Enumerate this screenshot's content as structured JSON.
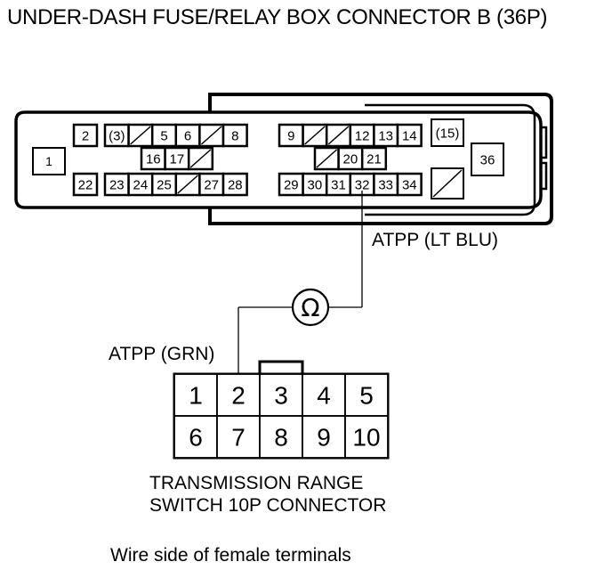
{
  "title": "UNDER-DASH FUSE/RELAY BOX CONNECTOR B (36P)",
  "connector_b": {
    "name": "UNDER-DASH FUSE/RELAY BOX CONNECTOR B (36P)",
    "left_single": [
      "1"
    ],
    "upper_left": [
      "2",
      "(3)",
      "/",
      "5",
      "6",
      "/",
      "8"
    ],
    "middle_left": [
      "16",
      "17",
      "/"
    ],
    "lower_left": [
      "22",
      "23",
      "24",
      "25",
      "/",
      "27",
      "28"
    ],
    "upper_right": [
      "9",
      "/",
      "/",
      "12",
      "13",
      "14",
      "(15)"
    ],
    "middle_right": [
      "/",
      "20",
      "21"
    ],
    "lower_right": [
      "29",
      "30",
      "31",
      "32",
      "33",
      "34",
      "/"
    ],
    "right_single": [
      "36"
    ],
    "probed_pin": "32"
  },
  "wire_top_label": "ATPP (LT BLU)",
  "wire_bottom_label": "ATPP (GRN)",
  "meter_symbol": "Ω",
  "meter_icon": "ohmmeter-icon",
  "connector_10p": {
    "row1": [
      "1",
      "2",
      "3",
      "4",
      "5"
    ],
    "row2": [
      "6",
      "7",
      "8",
      "9",
      "10"
    ],
    "probed_pin": "2",
    "label_line1": "TRANSMISSION RANGE",
    "label_line2": "SWITCH 10P CONNECTOR"
  },
  "footer_note": "Wire side of female terminals"
}
